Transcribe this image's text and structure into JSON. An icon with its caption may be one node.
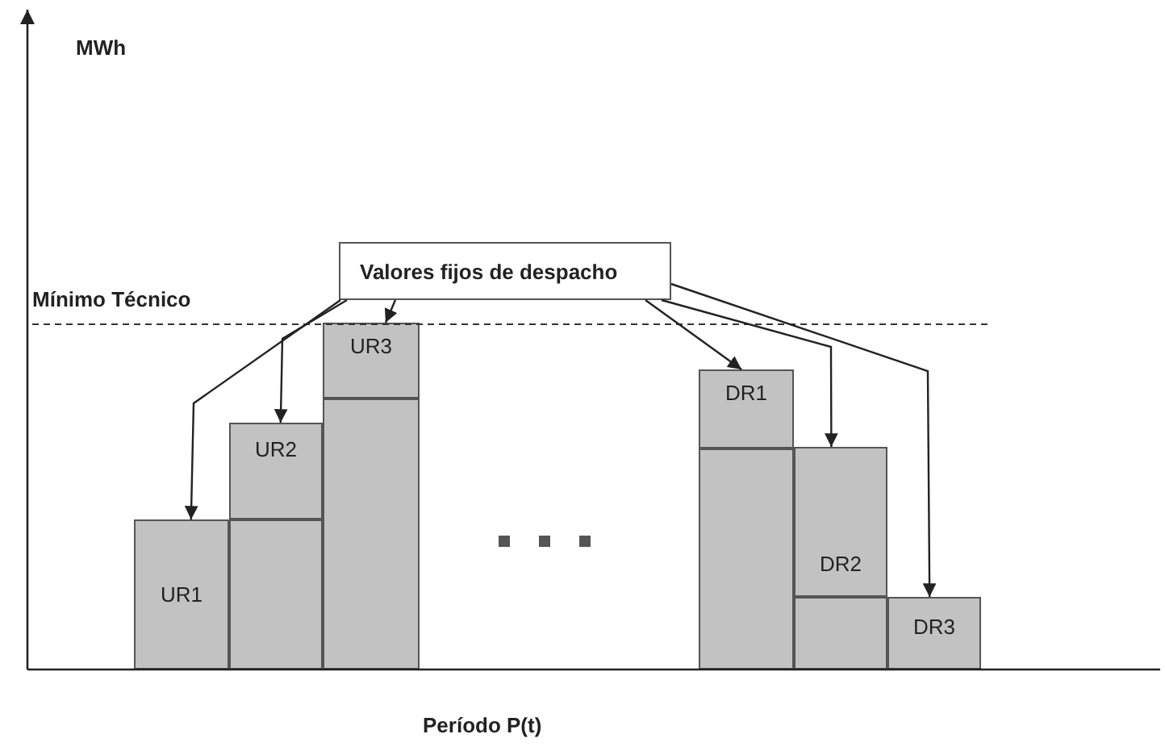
{
  "diagram": {
    "nodes": [
      {
        "text": [
          "Valores fijos de despacho"
        ]
      },
      {
        "text": [
          "UR1"
        ]
      },
      {
        "text": [],
        "shape": "box"
      },
      {
        "text": [
          "UR2"
        ]
      },
      {
        "text": [
          "UR3"
        ]
      },
      {
        "text": [],
        "shape": "box"
      },
      {
        "text": [
          "DR1"
        ]
      },
      {
        "text": [],
        "shape": "box"
      },
      {
        "text": [
          "DR2"
        ]
      },
      {
        "text": [],
        "shape": "box"
      },
      {
        "text": [
          "DR3"
        ]
      }
    ],
    "edges": [
      {
        "from": 0,
        "to": 1,
        "arrow": "to"
      },
      {
        "from": 0,
        "to": 3,
        "arrow": "to"
      },
      {
        "from": 0,
        "to": 4,
        "arrow": "to"
      },
      {
        "from": 0,
        "to": 6,
        "arrow": "to"
      },
      {
        "from": 0,
        "to": 8,
        "arrow": "to"
      },
      {
        "from": 0,
        "to": 10,
        "arrow": "to"
      }
    ],
    "labels": [
      "MWh",
      "Mínimo Técnico",
      "Período P(t)"
    ]
  }
}
